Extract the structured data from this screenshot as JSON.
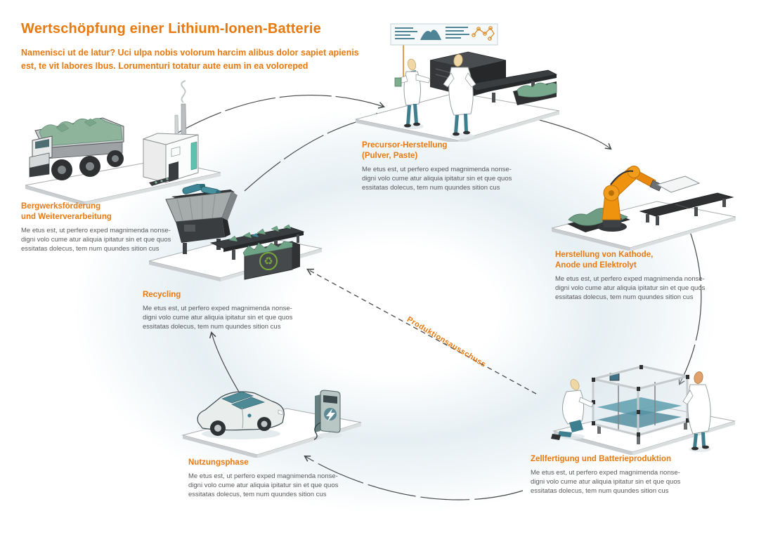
{
  "header": {
    "title": "Wertschöpfung einer Lithium-Ionen-Batterie",
    "subtitle": "Namenisci ut de latur? Uci ulpa nobis volorum harcim alibus dolor sapiet apienis\nest, te vit labores Ibus. Lorumenturi totatur aute eum in ea voloreped"
  },
  "stations": [
    {
      "id": "mining",
      "label": "Bergwerksförderung\nund Weiterverarbeitung",
      "body": "Me etus est, ut perfero exped magnimenda nonse-\ndigni volo cume atur aliquia ipitatur sin et que quos\nessitatas dolecus, tem num quundes sition cus",
      "illustration": "mining-truck-and-processing-plant"
    },
    {
      "id": "precursor",
      "label": "Precursor-Herstellung\n(Pulver, Paste)",
      "body": "Me etus est, ut perfero exped magnimenda nonse-\ndigni volo cume atur aliquia ipitatur sin et que quos\nessitatas dolecus, tem num quundes sition cus",
      "illustration": "lab-scientists-powder-paste-line"
    },
    {
      "id": "electrodes",
      "label": "Herstellung von Kathode,\nAnode und Elektrolyt",
      "body": "Me etus est, ut perfero exped magnimenda nonse-\ndigni volo cume atur aliquia ipitatur sin et que quos\nessitatas dolecus, tem num quundes sition cus",
      "illustration": "robot-arm-with-electrode-sheet"
    },
    {
      "id": "cells",
      "label": "Zellfertigung und Batterieproduktion",
      "body": "Me etus est, ut perfero exped magnimenda nonse-\ndigni volo cume atur aliquia ipitatur sin et que quos\nessitatas dolecus, tem num quundes sition cus",
      "illustration": "cell-assembly-machine-with-workers"
    },
    {
      "id": "usage",
      "label": "Nutzungsphase",
      "body": "Me etus est, ut perfero exped magnimenda nonse-\ndigni volo cume atur aliquia ipitatur sin et que quos\nessitatas dolecus, tem num quundes sition cus",
      "illustration": "electric-car-and-charging-station"
    },
    {
      "id": "recycling",
      "label": "Recycling",
      "body": "Me etus est, ut perfero exped magnimenda nonse-\ndigni volo cume atur aliquia ipitatur sin et que quos\nessitatas dolecus, tem num quundes sition cus",
      "illustration": "battery-shredder-recycling-line"
    }
  ],
  "flow": {
    "scrap_arrow_label": "Produktionsausschuss",
    "connections": [
      {
        "from": "mining",
        "to": "precursor",
        "style": "solid"
      },
      {
        "from": "recycling",
        "to": "precursor",
        "style": "solid"
      },
      {
        "from": "precursor",
        "to": "electrodes",
        "style": "solid"
      },
      {
        "from": "electrodes",
        "to": "cells",
        "style": "solid"
      },
      {
        "from": "cells",
        "to": "usage",
        "style": "solid"
      },
      {
        "from": "usage",
        "to": "recycling",
        "style": "solid"
      },
      {
        "from": "cells",
        "to": "recycling",
        "style": "dashed"
      }
    ]
  },
  "icons": {
    "recycle_glyph": "♻"
  },
  "colors": {
    "accent_orange": "#e8790f",
    "robot_orange": "#ef920e",
    "teal": "#4e8496",
    "material_green": "#79a98c",
    "recycle_green": "#76a83e",
    "machine_dark": "#35373a",
    "body_text_gray": "#58595b",
    "arrow_gray": "#45494b"
  }
}
